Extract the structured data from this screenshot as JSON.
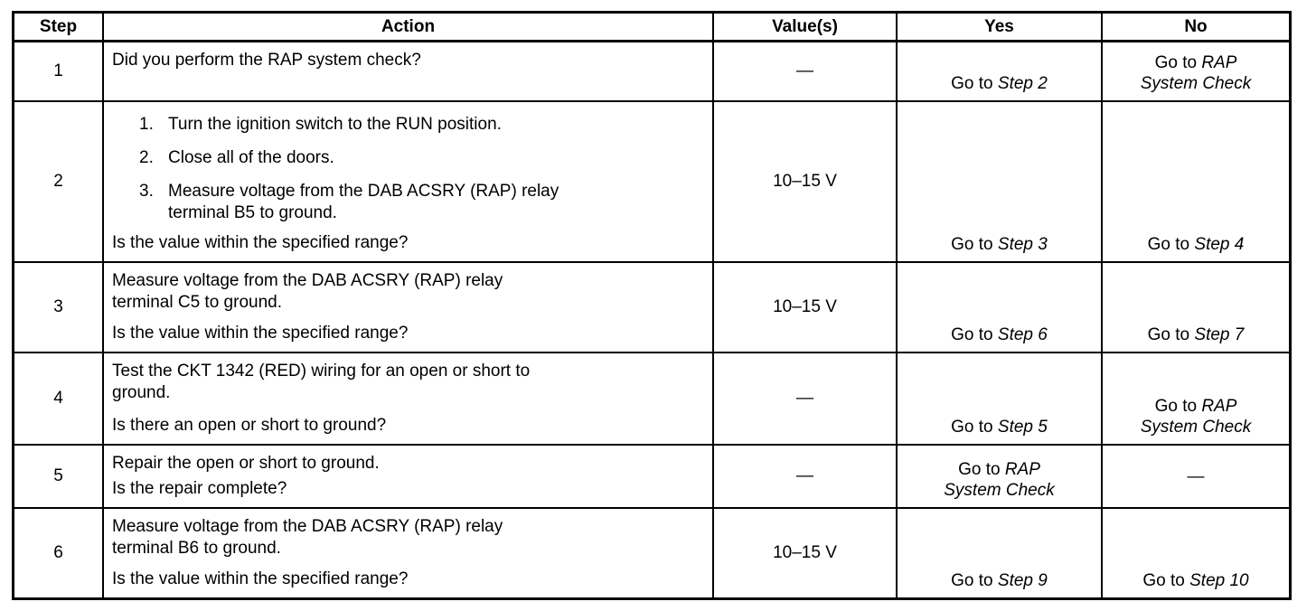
{
  "document": {
    "headers": {
      "step": "Step",
      "action": "Action",
      "value": "Value(s)",
      "yes": "Yes",
      "no": "No"
    },
    "rows": [
      {
        "step": "1",
        "action": {
          "paragraphs": [
            "Did you perform the RAP system check?"
          ],
          "list": [],
          "question": ""
        },
        "value": "—",
        "yes": {
          "plain": "Go to ",
          "italic": "Step 2"
        },
        "no": {
          "plain": "Go to ",
          "italic": "RAP System Check"
        }
      },
      {
        "step": "2",
        "action": {
          "paragraphs": [],
          "list": [
            {
              "num": "1.",
              "text": "Turn the ignition switch to the RUN position."
            },
            {
              "num": "2.",
              "text": "Close all of the doors."
            },
            {
              "num": "3.",
              "text": "Measure voltage from the DAB ACSRY (RAP) relay terminal B5 to ground."
            }
          ],
          "question": "Is the value within the specified range?"
        },
        "value": "10–15 V",
        "yes": {
          "plain": "Go to ",
          "italic": "Step 3"
        },
        "no": {
          "plain": "Go to ",
          "italic": "Step 4"
        }
      },
      {
        "step": "3",
        "action": {
          "paragraphs": [
            "Measure voltage from the DAB ACSRY (RAP) relay terminal C5 to ground."
          ],
          "list": [],
          "question": "Is the value within the specified range?"
        },
        "value": "10–15 V",
        "yes": {
          "plain": "Go to ",
          "italic": "Step 6"
        },
        "no": {
          "plain": "Go to ",
          "italic": "Step 7"
        }
      },
      {
        "step": "4",
        "action": {
          "paragraphs": [
            "Test the CKT 1342 (RED) wiring for an open or short to ground."
          ],
          "list": [],
          "question": "Is there an open or short to ground?"
        },
        "value": "—",
        "yes": {
          "plain": "Go to ",
          "italic": "Step 5"
        },
        "no": {
          "plain": "Go to ",
          "italic": "RAP System Check"
        }
      },
      {
        "step": "5",
        "action": {
          "paragraphs": [
            "Repair the open or short to ground."
          ],
          "list": [],
          "question": "Is the repair complete?"
        },
        "value": "—",
        "yes": {
          "plain": "Go to ",
          "italic": "RAP System Check"
        },
        "no": {
          "plain": "—"
        }
      },
      {
        "step": "6",
        "action": {
          "paragraphs": [
            "Measure voltage from the DAB ACSRY (RAP) relay terminal B6 to ground."
          ],
          "list": [],
          "question": "Is the value within the specified range?"
        },
        "value": "10–15 V",
        "yes": {
          "plain": "Go to ",
          "italic": "Step 9"
        },
        "no": {
          "plain": "Go to ",
          "italic": "Step 10"
        }
      }
    ]
  }
}
